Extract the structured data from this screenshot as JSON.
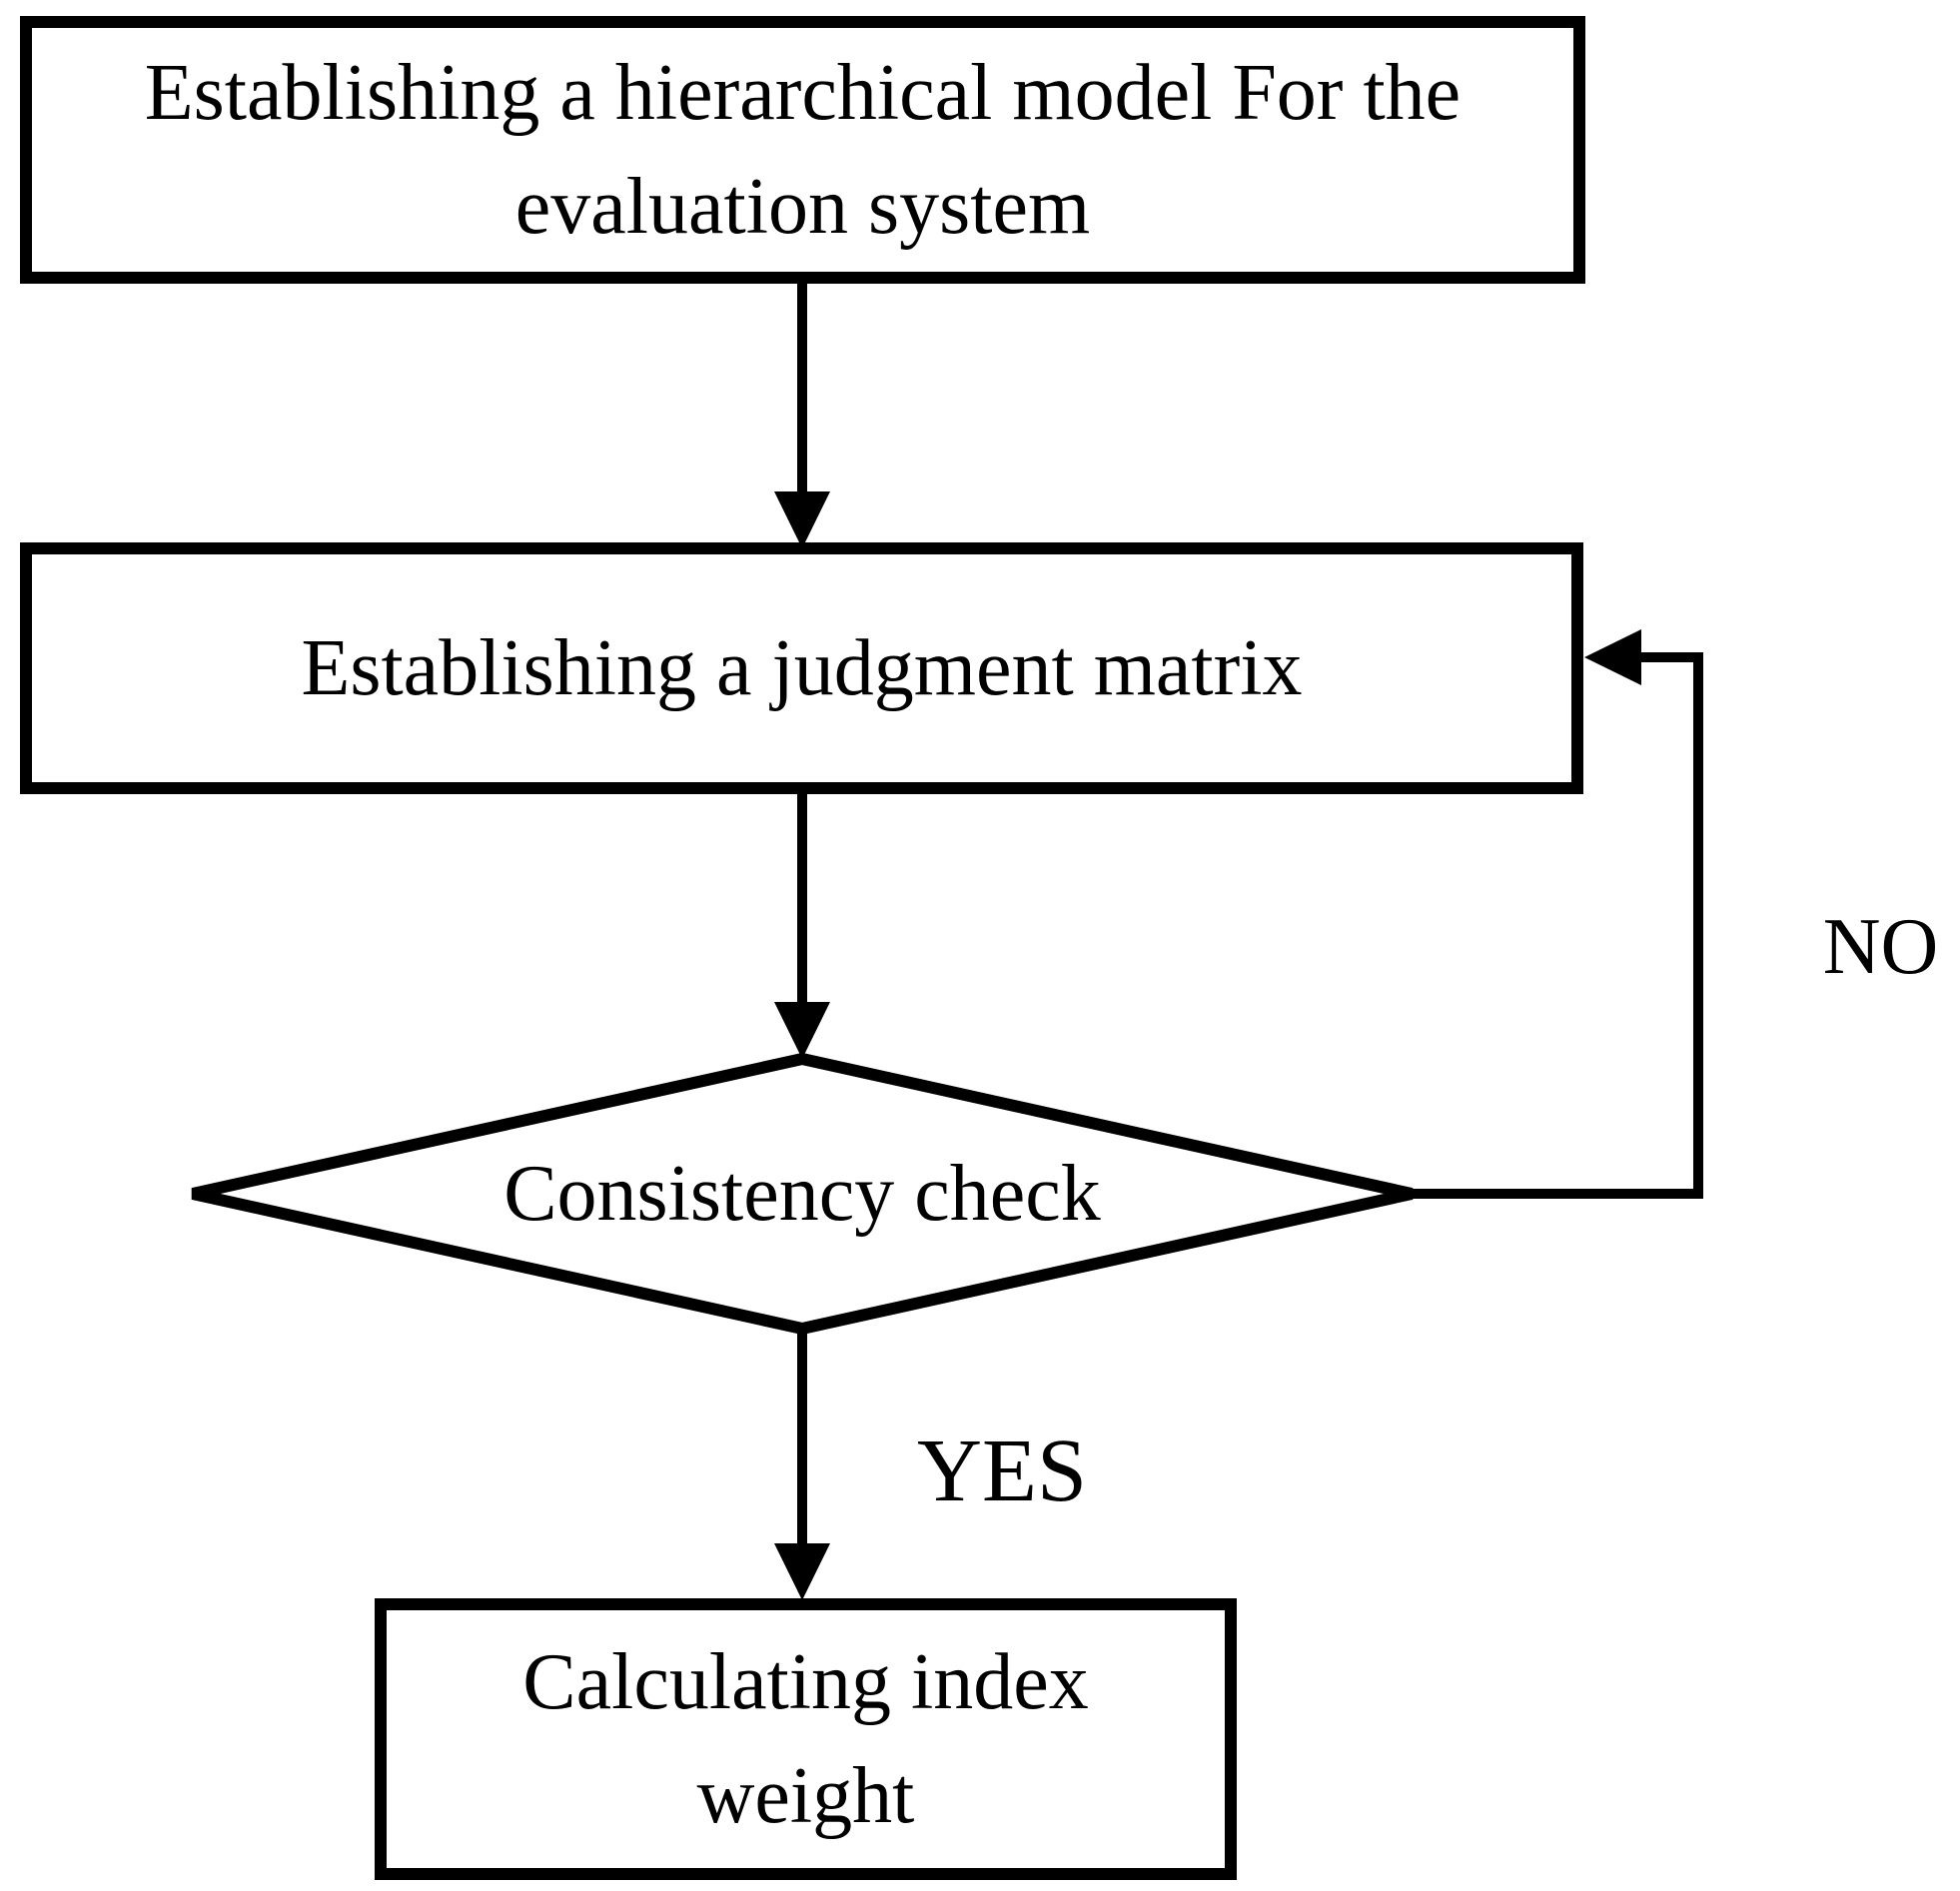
{
  "figure_type": "flowchart",
  "colors": {
    "stroke": "#000000",
    "background": "#ffffff",
    "text": "#000000"
  },
  "nodes": [
    {
      "id": "hierarchical-model",
      "shape": "process-rectangle",
      "label": "Establishing a hierarchical model For the evaluation system",
      "lines": [
        "Establishing a hierarchical model For the",
        "evaluation system"
      ]
    },
    {
      "id": "judgment-matrix",
      "shape": "process-rectangle",
      "label": "Establishing a judgment matrix",
      "lines": [
        "Establishing a judgment matrix"
      ]
    },
    {
      "id": "consistency-check",
      "shape": "decision-diamond",
      "label": "Consistency check",
      "lines": [
        "Consistency check"
      ]
    },
    {
      "id": "index-weight",
      "shape": "process-rectangle",
      "label": "Calculating index weight",
      "lines": [
        "Calculating index",
        "weight"
      ]
    }
  ],
  "edges": [
    {
      "from": "hierarchical-model",
      "to": "judgment-matrix",
      "label": ""
    },
    {
      "from": "judgment-matrix",
      "to": "consistency-check",
      "label": ""
    },
    {
      "from": "consistency-check",
      "to": "judgment-matrix",
      "label": "NO"
    },
    {
      "from": "consistency-check",
      "to": "index-weight",
      "label": "YES"
    }
  ]
}
